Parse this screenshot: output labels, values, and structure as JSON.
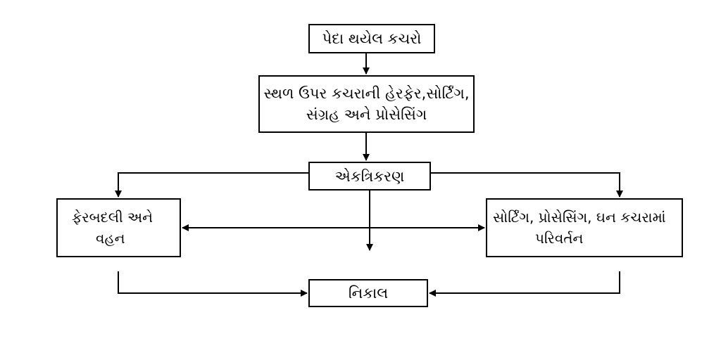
{
  "nodes": {
    "generated": {
      "lines": [
        "પેદા થયેલ કચરો"
      ]
    },
    "onsite": {
      "lines": [
        "સ્થળ ઉપર કચરાની હેરફેર,સોર્ટિંગ,",
        "સંગ્રહ અને પ્રોસેસિંગ"
      ]
    },
    "collection": {
      "lines": [
        "એકત્રિકરણ"
      ]
    },
    "transfer": {
      "lines": [
        "ફેરબદલી અને",
        "વહન"
      ]
    },
    "processing": {
      "lines": [
        "સોર્ટિંગ, પ્રોસેસિંગ, ઘન કચરામાં",
        "પરિવર્તન"
      ]
    },
    "disposal": {
      "lines": [
        "નિકાલ"
      ]
    }
  },
  "edges": [
    {
      "from": "generated",
      "to": "onsite"
    },
    {
      "from": "onsite",
      "to": "collection"
    },
    {
      "from": "collection",
      "to": "transfer"
    },
    {
      "from": "collection",
      "to": "processing"
    },
    {
      "from": "collection",
      "to": "disposal"
    },
    {
      "from": "transfer",
      "to": "processing",
      "bidirectional": true
    },
    {
      "from": "transfer",
      "to": "disposal"
    },
    {
      "from": "processing",
      "to": "disposal"
    }
  ],
  "colors": {
    "line": "#000000",
    "node_border": "#000000",
    "text": "#000000",
    "background": "#ffffff"
  }
}
